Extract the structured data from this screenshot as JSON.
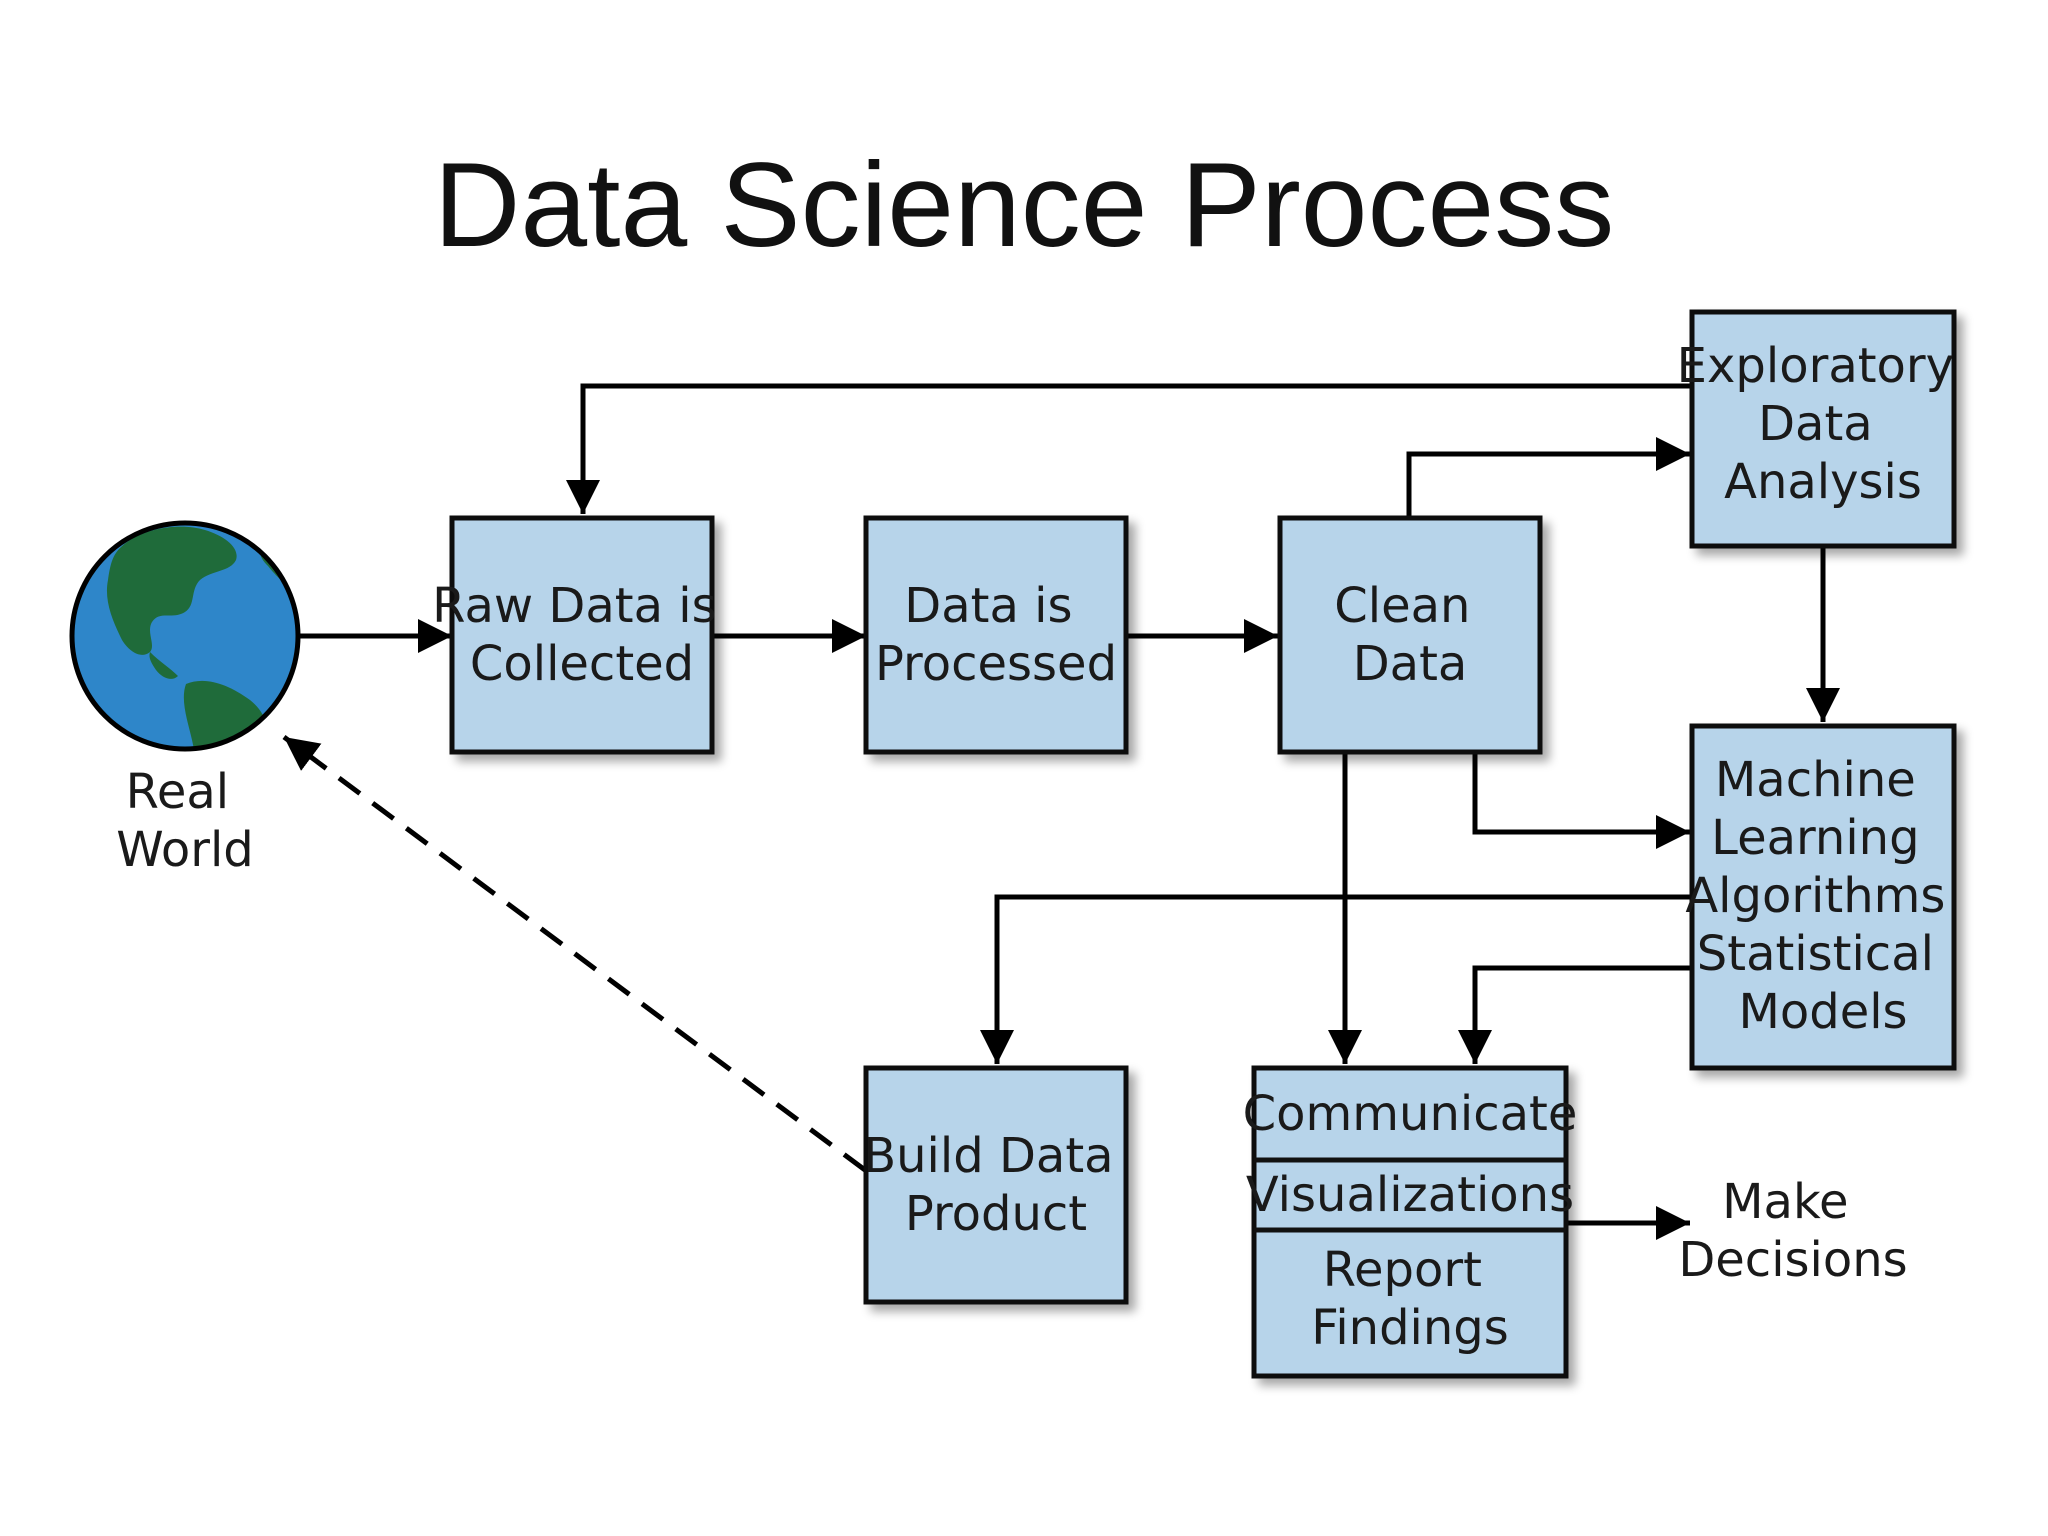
{
  "title": "Data Science Process",
  "colors": {
    "box_fill": "#b7d4ea",
    "box_stroke": "#111111",
    "ocean": "#2e86c9",
    "land": "#1f6b3a",
    "line": "#000000"
  },
  "nodes": {
    "real_world": [
      "Real",
      "World"
    ],
    "raw_data": [
      "Raw Data is",
      "Collected"
    ],
    "processed": [
      "Data is",
      "Processed"
    ],
    "clean": [
      "Clean",
      "Data"
    ],
    "eda": [
      "Exploratory",
      "Data",
      "Analysis"
    ],
    "ml": [
      "Machine",
      "Learning",
      "Algorithms",
      "Statistical",
      "Models"
    ],
    "build_product": [
      "Build Data",
      "Product"
    ],
    "communicate": {
      "row1": "Communicate",
      "row2": "Visualizations",
      "row3": [
        "Report",
        "Findings"
      ]
    },
    "decisions": [
      "Make",
      "Decisions"
    ]
  }
}
